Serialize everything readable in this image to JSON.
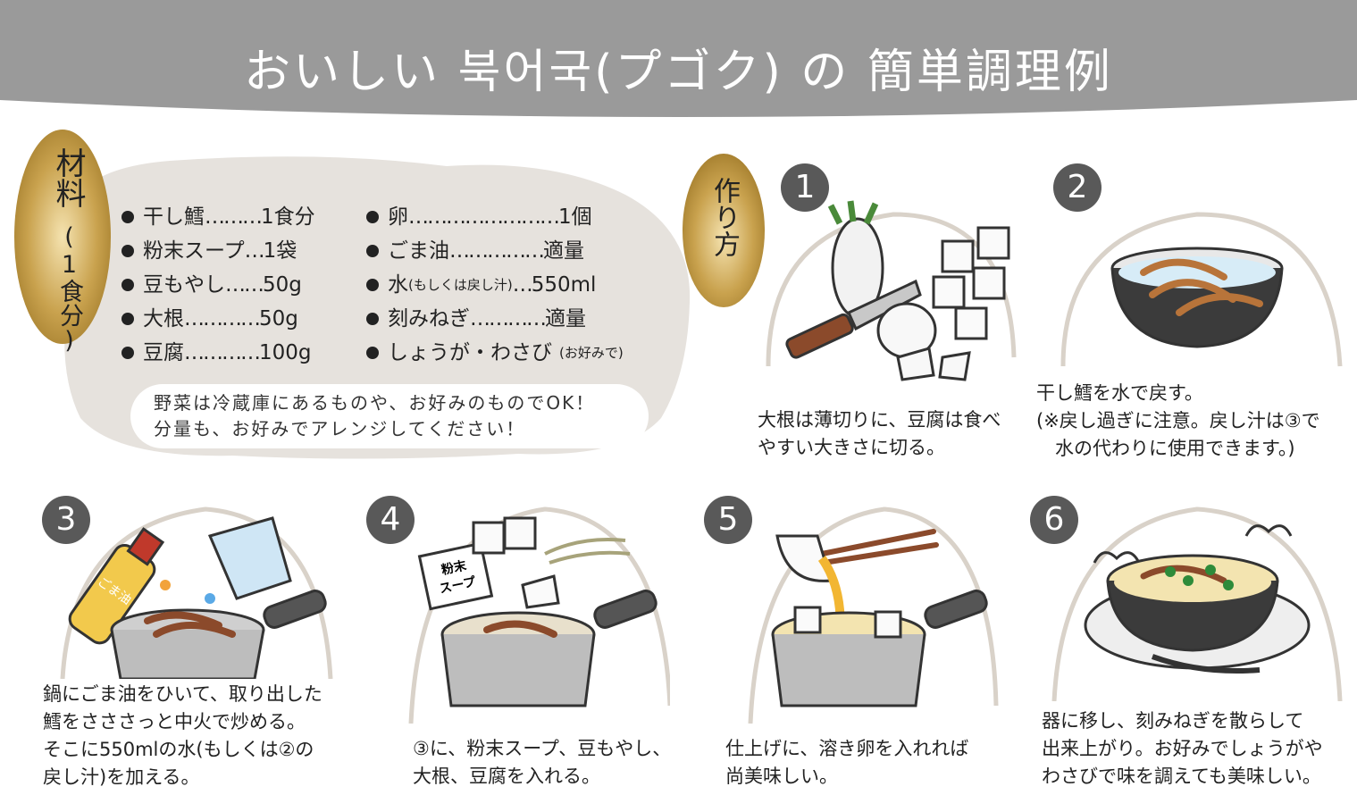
{
  "title": "おいしい 북어국(プゴク) の 簡単調理例",
  "ingredients": {
    "tag_line1": "材料",
    "tag_line2": "(1食分)",
    "left": [
      {
        "name": "干し鱈",
        "dots": "………",
        "amount": "1食分"
      },
      {
        "name": "粉末スープ",
        "dots": "…",
        "amount": "1袋"
      },
      {
        "name": "豆もやし",
        "dots": "……",
        "amount": "50g"
      },
      {
        "name": "大根",
        "dots": "…………",
        "amount": "50g"
      },
      {
        "name": "豆腐",
        "dots": "…………",
        "amount": "100g"
      }
    ],
    "right": [
      {
        "name": "卵",
        "dots": "……………………",
        "amount": "1個"
      },
      {
        "name": "ごま油",
        "dots": "……………",
        "amount": "適量"
      },
      {
        "name": "水",
        "sub": "(もしくは戻し汁)",
        "dots": "…",
        "amount": "550ml"
      },
      {
        "name": "刻みねぎ",
        "dots": "…………",
        "amount": "適量"
      },
      {
        "name": "しょうが・わさび",
        "sub": "(お好みで)",
        "dots": "",
        "amount": ""
      }
    ],
    "note_line1": "野菜は冷蔵庫にあるものや、お好みのものでOK！",
    "note_line2": "分量も、お好みでアレンジしてください！"
  },
  "method_tag": "作り方",
  "steps": [
    {
      "number": "1",
      "lines": [
        "大根は薄切りに、豆腐は食べ",
        "やすい大きさに切る。"
      ]
    },
    {
      "number": "2",
      "lines": [
        "干し鱈を水で戻す。",
        "(※戻し過ぎに注意。戻し汁は③で",
        "　水の代わりに使用できます。)"
      ]
    },
    {
      "number": "3",
      "lines": [
        "鍋にごま油をひいて、取り出した",
        "鱈をさささっと中火で炒める。",
        "そこに550mlの水(もしくは②の",
        "戻し汁)を加える。"
      ]
    },
    {
      "number": "4",
      "lines": [
        "③に、粉末スープ、豆もやし、",
        "大根、豆腐を入れる。"
      ]
    },
    {
      "number": "5",
      "lines": [
        "仕上げに、溶き卵を入れれば",
        "尚美味しい。"
      ]
    },
    {
      "number": "6",
      "lines": [
        "器に移し、刻みねぎを散らして",
        "出来上がり。お好みでしょうがや",
        "わさびで味を調えても美味しい。"
      ]
    }
  ],
  "labels": {
    "bottle": "ごま油",
    "soup_packet_1": "粉末",
    "soup_packet_2": "スープ"
  },
  "colors": {
    "header": "#9a9a9a",
    "blob": "#e6e2dd",
    "gold": "#c9a24e",
    "number_badge": "#595959",
    "arc": "#d9d2c9"
  }
}
